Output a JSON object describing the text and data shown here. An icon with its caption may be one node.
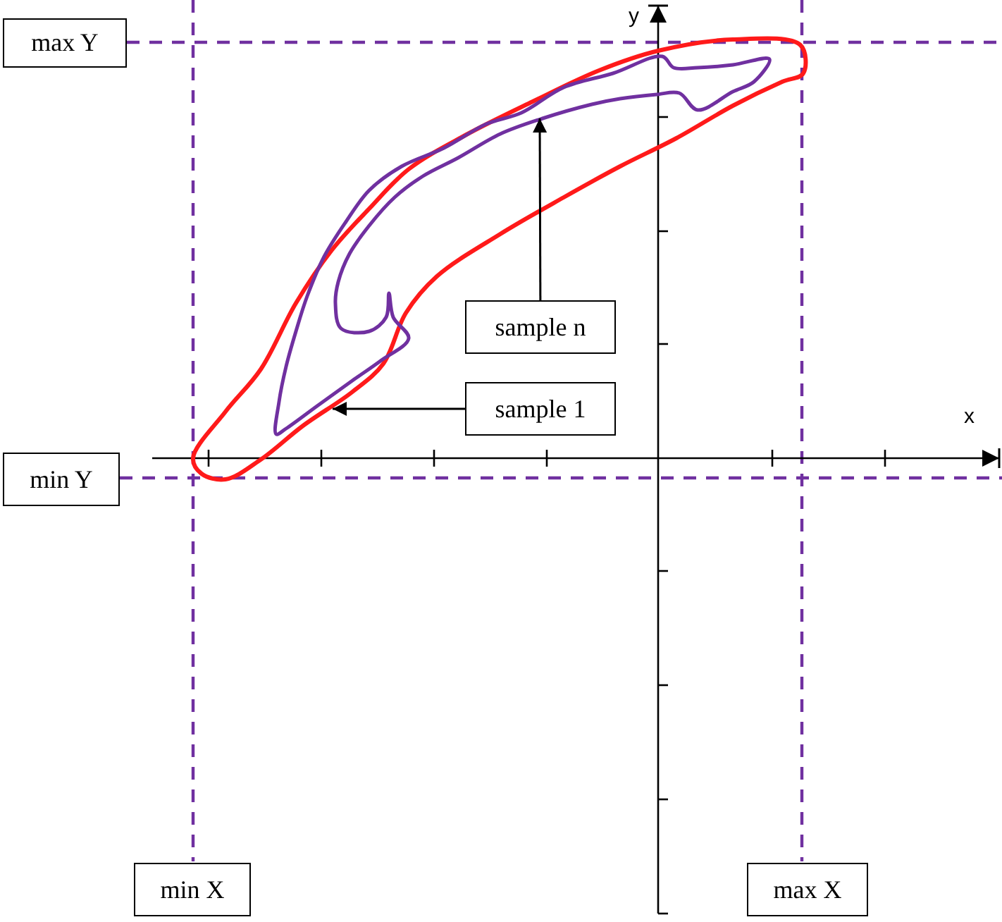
{
  "diagram": {
    "nodes": [
      {
        "text": [
          "max Y"
        ]
      },
      {
        "text": [
          "min Y"
        ]
      },
      {
        "text": [
          "sample n"
        ]
      },
      {
        "text": [
          "sample 1"
        ]
      },
      {
        "text": [
          "min X"
        ]
      },
      {
        "text": [
          "max X"
        ]
      }
    ],
    "edges": [
      {
        "from": 2,
        "to": null,
        "arrow": "to"
      },
      {
        "from": 3,
        "to": null,
        "arrow": "to"
      }
    ],
    "labels": [
      "y",
      "x"
    ]
  }
}
